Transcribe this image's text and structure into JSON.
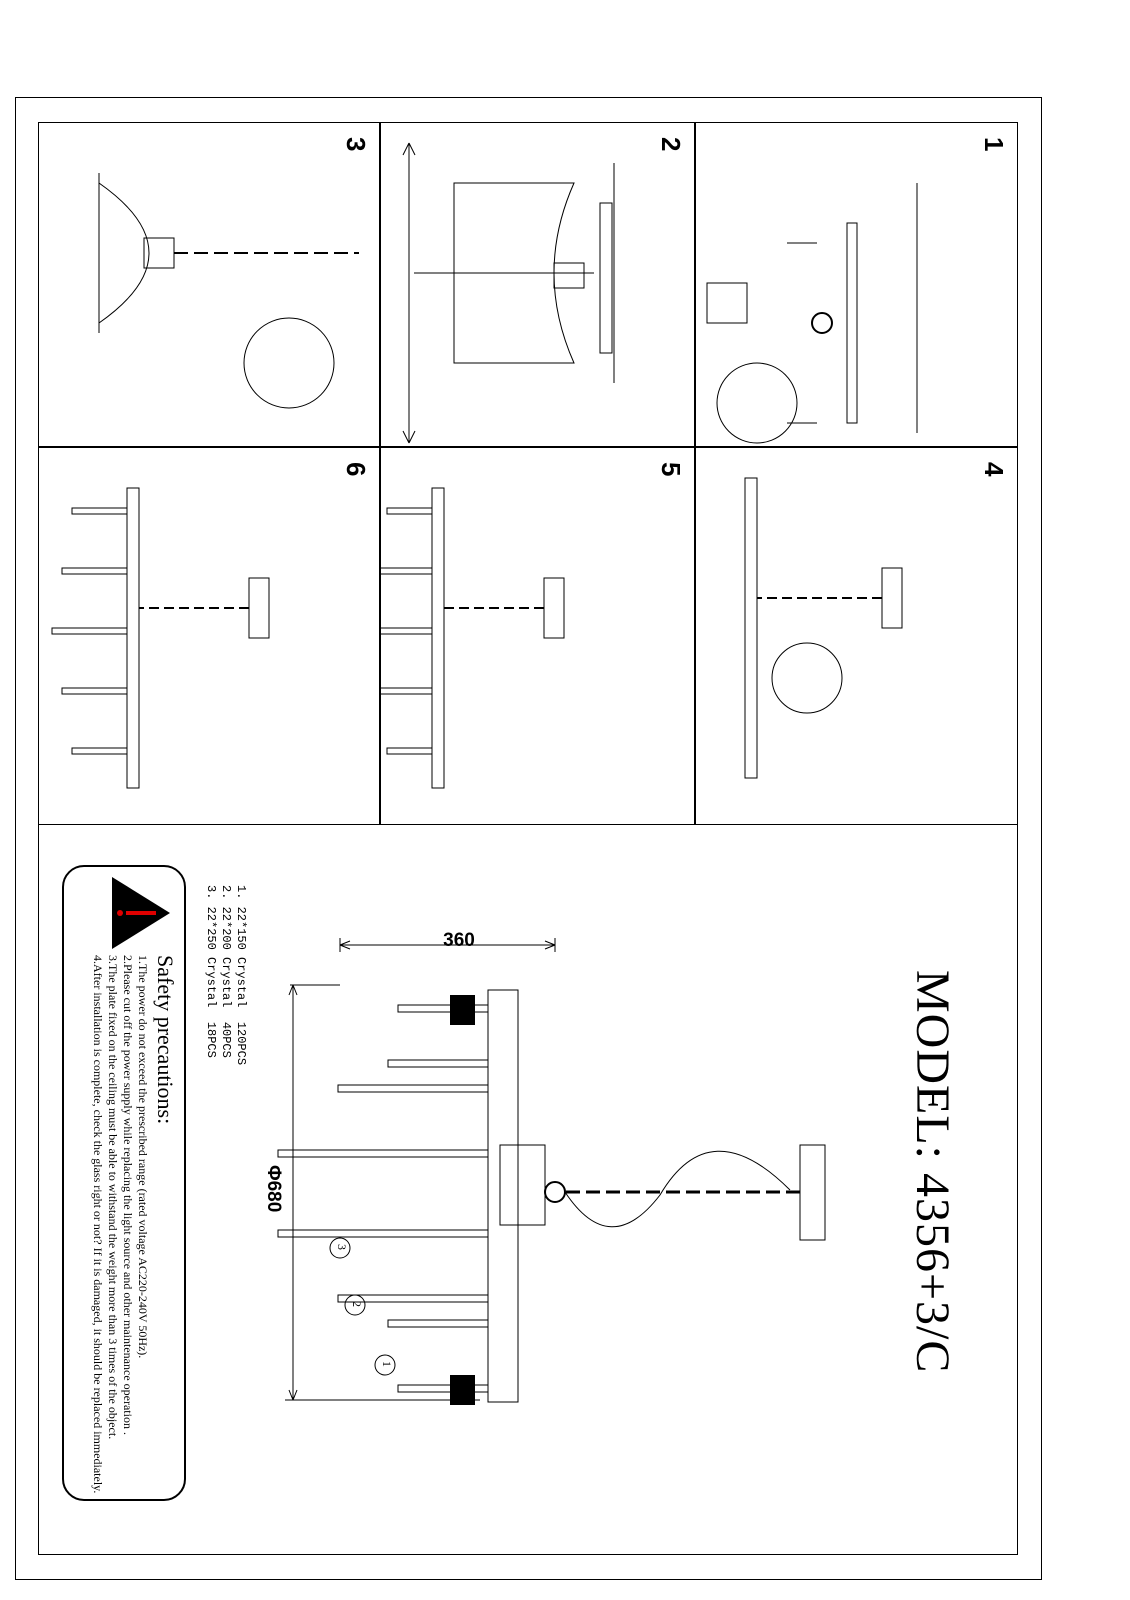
{
  "steps": [
    "1",
    "2",
    "3",
    "4",
    "5",
    "6"
  ],
  "model_label": "MODEL:  4356+3/C",
  "dimensions": {
    "height": "360",
    "diameter": "Φ680"
  },
  "callouts": [
    "1",
    "2",
    "3"
  ],
  "crystals": [
    "1. 22*150 Crystal  120PCS",
    "2. 22*200 Crystal  40PCS",
    "3. 22*250 Crystal  18PCS"
  ],
  "safety": {
    "title": "Safety precautions:",
    "items": [
      "1.The power do not exceed  the prescribed range (rated voltage AC220-240V 50Hz).",
      "2.Please cut off the power supply while replacing the light source and other maintenance operation .",
      "3.The plate fixed on the ceiling must be able to withstand the weight more than 3 times of the object.",
      "4.After installation is complete, check the glass right or not? If it is damaged, it should be replaced immediately."
    ],
    "warning_color": "#e00000"
  }
}
